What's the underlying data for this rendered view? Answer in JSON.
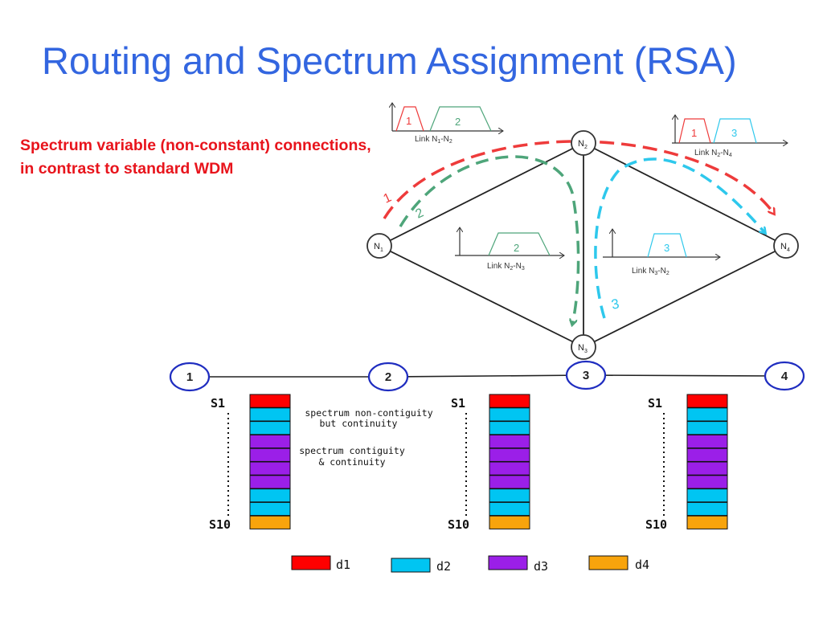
{
  "slide": {
    "title": "Routing and Spectrum Assignment (RSA)",
    "subtitle": "Spectrum variable (non-constant) connections, in contrast to standard WDM"
  },
  "network": {
    "nodes": [
      {
        "base": "N",
        "sub": "1"
      },
      {
        "base": "N",
        "sub": "2"
      },
      {
        "base": "N",
        "sub": "3"
      },
      {
        "base": "N",
        "sub": "4"
      }
    ],
    "paths": [
      {
        "label": "1",
        "color": "#ee3b3b"
      },
      {
        "label": "2",
        "color": "#4ea57a"
      },
      {
        "label": "3",
        "color": "#2ec8ec"
      }
    ],
    "links": [
      {
        "prefix": "Link N",
        "a": "1",
        "mid": "-N",
        "b": "2",
        "slots": [
          "1",
          "2"
        ]
      },
      {
        "prefix": "Link N",
        "a": "2",
        "mid": "-N",
        "b": "4",
        "slots": [
          "1",
          "3"
        ]
      },
      {
        "prefix": "Link N",
        "a": "2",
        "mid": "-N",
        "b": "3",
        "slots": [
          "2"
        ]
      },
      {
        "prefix": "Link N",
        "a": "3",
        "mid": "-N",
        "b": "2",
        "slots": [
          "3"
        ]
      }
    ]
  },
  "chain": {
    "nodes": [
      "1",
      "2",
      "3",
      "4"
    ],
    "s_first": "S1",
    "s_last": "S10",
    "annotations": [
      "spectrum non-contiguity",
      "but continuity",
      "spectrum contiguity",
      "& continuity"
    ],
    "stacks": [
      [
        "d1",
        "d2",
        "d2",
        "d3",
        "d3",
        "d3",
        "d3",
        "d2",
        "d2",
        "d4"
      ],
      [
        "d1",
        "d2",
        "d2",
        "d3",
        "d3",
        "d3",
        "d3",
        "d2",
        "d2",
        "d4"
      ],
      [
        "d1",
        "d2",
        "d2",
        "d3",
        "d3",
        "d3",
        "d3",
        "d2",
        "d2",
        "d4"
      ]
    ]
  },
  "legend": [
    {
      "key": "d1",
      "label": "d1",
      "color": "#ff0000"
    },
    {
      "key": "d2",
      "label": "d2",
      "color": "#00c5f2"
    },
    {
      "key": "d3",
      "label": "d3",
      "color": "#9b1fe8"
    },
    {
      "key": "d4",
      "label": "d4",
      "color": "#f8a40c"
    }
  ]
}
